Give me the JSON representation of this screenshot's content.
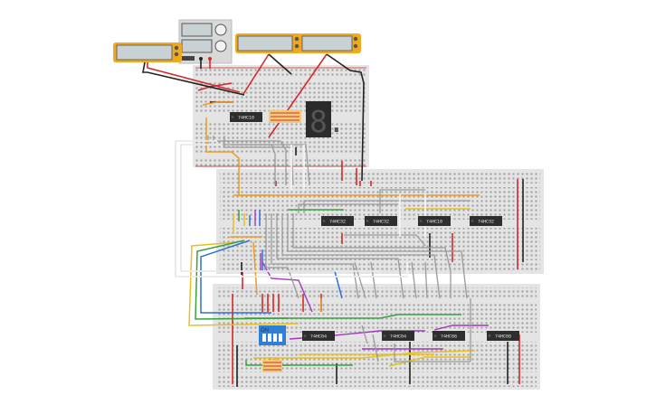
{
  "circuit": {
    "chips": [
      {
        "id": "chip-top",
        "label": "74HC10"
      },
      {
        "id": "chip-mid-1",
        "label": "74HC32"
      },
      {
        "id": "chip-mid-2",
        "label": "74HC32"
      },
      {
        "id": "chip-mid-3",
        "label": "74HC10"
      },
      {
        "id": "chip-mid-4",
        "label": "74HC32"
      },
      {
        "id": "chip-bot-1",
        "label": "74HC04"
      },
      {
        "id": "chip-bot-2",
        "label": "74HC04"
      },
      {
        "id": "chip-bot-3",
        "label": "74HC08"
      },
      {
        "id": "chip-bot-4",
        "label": "74HC08"
      }
    ],
    "seven_segment": {
      "digit": "8."
    },
    "dip_switch": {
      "label": "ON",
      "switches": 4
    },
    "colors": {
      "breadboard": "#e4e4e4",
      "power_red": "#d6282b",
      "wire_black": "#222222",
      "wire_orange": "#f29a1e",
      "wire_yellow": "#e8c020",
      "wire_green": "#3aa040",
      "wire_blue": "#2f6fd6",
      "wire_purple": "#a03ab8",
      "wire_gray": "#9a9a9a",
      "wire_white": "#f4f4f4",
      "meter_frame": "#f0a81c",
      "dip_switch": "#2f7ed8"
    }
  }
}
